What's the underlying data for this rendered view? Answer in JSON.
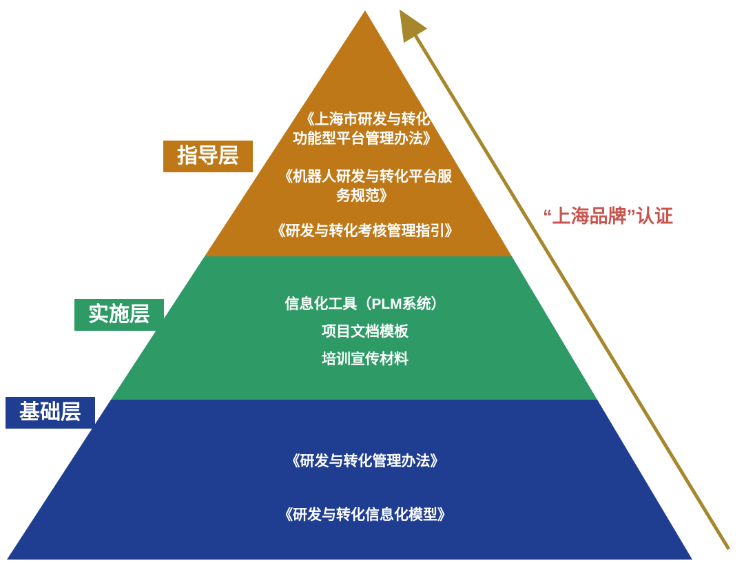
{
  "pyramid": {
    "layers": [
      {
        "label": "指导层",
        "color": "#BE7817",
        "items": [
          "《上海市研发与转化\n功能型平台管理办法》",
          "《机器人研发与转化平台服\n务规范》",
          "《研发与转化考核管理指引》"
        ]
      },
      {
        "label": "实施层",
        "color": "#2E9A66",
        "items": [
          "信息化工具（PLM系统）",
          "项目文档模板",
          "培训宣传材料"
        ]
      },
      {
        "label": "基础层",
        "color": "#1F3E92",
        "items": [
          "《研发与转化管理办法》",
          "《研发与转化信息化模型》"
        ]
      }
    ],
    "annotation": {
      "text": "“上海品牌”认证",
      "color": "#C9544E"
    },
    "arrow": {
      "color": "#A6872C"
    }
  }
}
